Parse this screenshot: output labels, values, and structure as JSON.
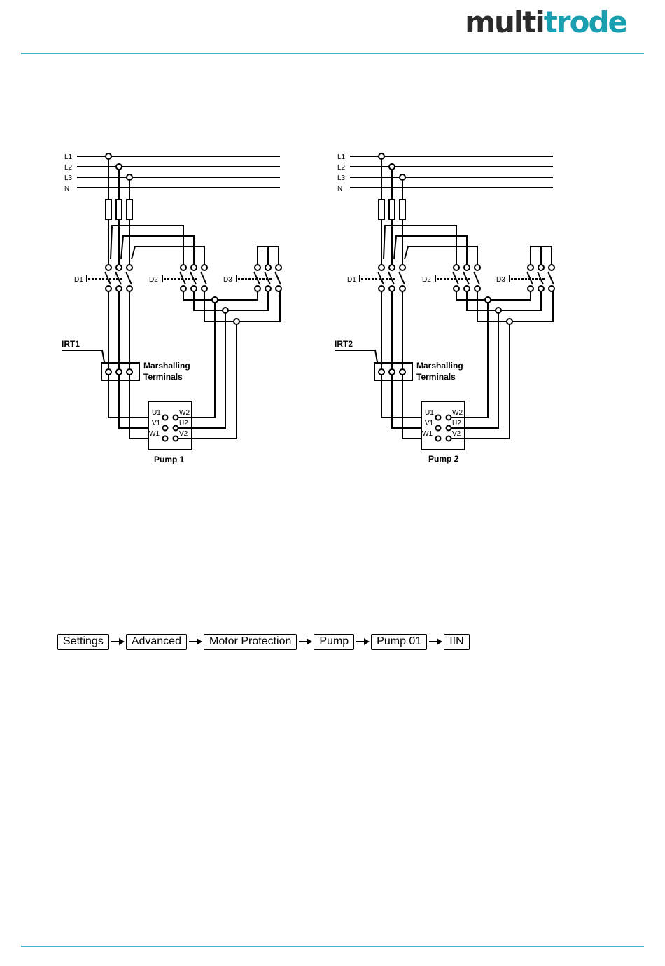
{
  "header": {
    "logo_part1": "multi",
    "logo_part2": "trode",
    "brand_dark": "#2b2b2b",
    "brand_accent": "#1a9fb0",
    "rule_color": "#3fb6c6"
  },
  "diagrams": [
    {
      "lines": [
        "L1",
        "L2",
        "L3",
        "N"
      ],
      "breakers": [
        "D1",
        "D2",
        "D3"
      ],
      "relay": "IRT1",
      "terminals_line1": "Marshalling",
      "terminals_line2": "Terminals",
      "motor_left": [
        "U1",
        "V1",
        "W1"
      ],
      "motor_right": [
        "W2",
        "U2",
        "V2"
      ],
      "pump_label": "Pump 1"
    },
    {
      "lines": [
        "L1",
        "L2",
        "L3",
        "N"
      ],
      "breakers": [
        "D1",
        "D2",
        "D3"
      ],
      "relay": "IRT2",
      "terminals_line1": "Marshalling",
      "terminals_line2": "Terminals",
      "motor_left": [
        "U1",
        "V1",
        "W1"
      ],
      "motor_right": [
        "W2",
        "U2",
        "V2"
      ],
      "pump_label": "Pump 2"
    }
  ],
  "breadcrumb": [
    "Settings",
    "Advanced",
    "Motor Protection",
    "Pump",
    "Pump 01",
    "IIN"
  ]
}
